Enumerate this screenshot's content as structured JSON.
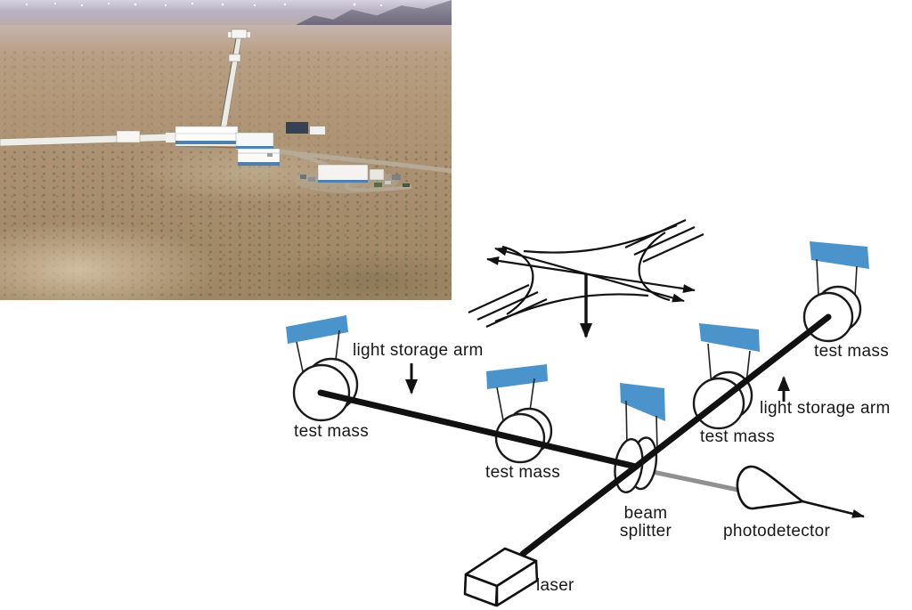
{
  "photo": {
    "colors": {
      "sky": "#b9b2c4",
      "mountain": "#6e6a7c",
      "terrain": "#ab9273",
      "scrub": "#4f5c3a",
      "arm": "#efede8",
      "building_trim": "#4e7fb0"
    }
  },
  "diagram": {
    "labels": {
      "test_mass": "test mass",
      "light_storage_arm": "light storage arm",
      "beam_splitter": "beam splitter",
      "photodetector": "photodetector",
      "laser": "laser"
    },
    "colors": {
      "suspension_plate": "#4b94cb",
      "beam": "#111111",
      "detector_beam": "#909090",
      "ink": "#181818"
    }
  }
}
